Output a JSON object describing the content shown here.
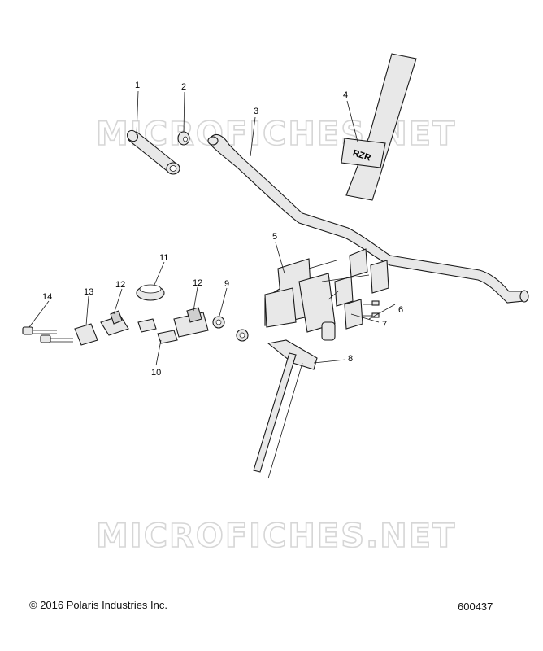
{
  "diagram": {
    "callouts": [
      "1",
      "2",
      "3",
      "4",
      "5",
      "6",
      "7",
      "8",
      "9",
      "10",
      "11",
      "12",
      "12",
      "13",
      "14"
    ],
    "watermark_text": "MICROFICHES.NET",
    "logo_text": "RZR",
    "copyright": "© 2016 Polaris Industries Inc.",
    "figure_id": "600437"
  },
  "colors": {
    "line": "#1a1a1a",
    "fill": "#e8e8e8",
    "watermark": "#d6d6d6"
  }
}
